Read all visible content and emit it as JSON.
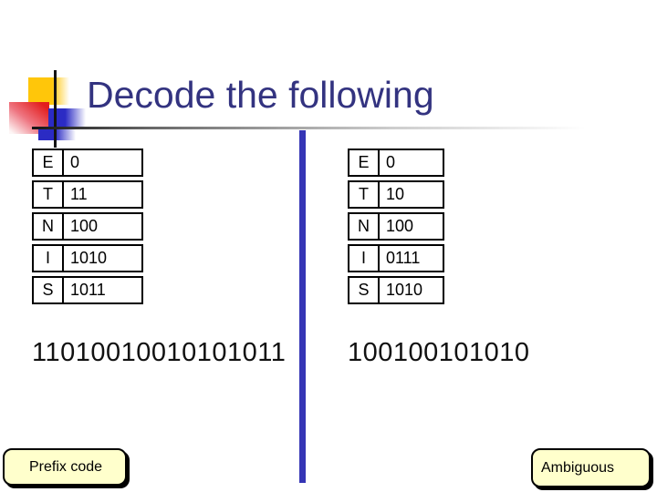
{
  "slide": {
    "title": "Decode the following",
    "left_panel": {
      "table": {
        "rows": [
          {
            "letter": "E",
            "code": "0"
          },
          {
            "letter": "T",
            "code": "11"
          },
          {
            "letter": "N",
            "code": "100"
          },
          {
            "letter": "I",
            "code": "1010"
          },
          {
            "letter": "S",
            "code": "1011"
          }
        ]
      },
      "encoded_string": "11010010010101011",
      "label": "Prefix code"
    },
    "right_panel": {
      "table": {
        "rows": [
          {
            "letter": "E",
            "code": "0"
          },
          {
            "letter": "T",
            "code": "10"
          },
          {
            "letter": "N",
            "code": "100"
          },
          {
            "letter": "I",
            "code": "0111"
          },
          {
            "letter": "S",
            "code": "1010"
          }
        ]
      },
      "encoded_string": "100100101010",
      "label": "Ambiguous"
    },
    "colors": {
      "title_text": "#333380",
      "divider_blue": "#3535b5",
      "callout_background": "#ffffcc",
      "logo_yellow": "#ffc60a",
      "logo_red": "#e31d1d",
      "logo_blue": "#2b2bc4"
    }
  }
}
